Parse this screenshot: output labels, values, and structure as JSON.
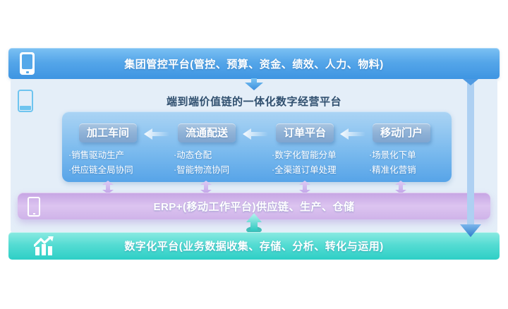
{
  "top_bar": {
    "title": "集团管控平台(管控、预算、资金、绩效、人力、物料)"
  },
  "value_chain": {
    "title": "端到端价值链的一体化数字经营平台",
    "columns": [
      {
        "header": "加工车间",
        "items": [
          "·销售驱动生产",
          "·供应链全局协同"
        ]
      },
      {
        "header": "流通配送",
        "items": [
          "·动态仓配",
          "·智能物流协同"
        ]
      },
      {
        "header": "订单平台",
        "items": [
          "·数字化智能分单",
          "·全渠道订单处理"
        ]
      },
      {
        "header": "移动门户",
        "items": [
          "·场景化下单",
          "·精准化营销"
        ]
      }
    ]
  },
  "erp_bar": {
    "title": "ERP+(移动工作平台)供应链、生产、仓储"
  },
  "digital_bar": {
    "title": "数字化平台(业务数据收集、存储、分析、转化与运用)"
  },
  "colors": {
    "top_bar_blue": "#3e95e2",
    "panel_blue": "#57a4e8",
    "header_box_blue": "#7fa5cf",
    "erp_purple": "#cfb3e9",
    "digital_teal": "#2ecfc6",
    "section_bg": "#e4eef8",
    "title_text": "#31506f",
    "connector_purple": "#cbb2ea",
    "connector_blue": "#aed0f2"
  }
}
